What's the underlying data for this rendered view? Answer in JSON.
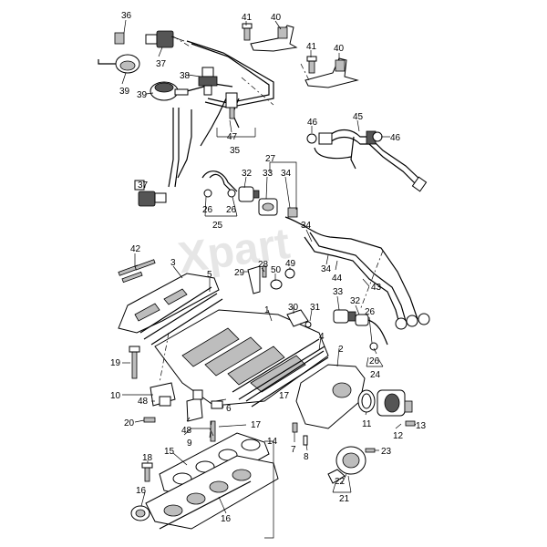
{
  "diagram": {
    "watermark": "Xpart",
    "callouts": [
      {
        "id": "c36",
        "text": "36"
      },
      {
        "id": "c37a",
        "text": "37"
      },
      {
        "id": "c39",
        "text": "39"
      },
      {
        "id": "c38",
        "text": "38"
      },
      {
        "id": "c39b",
        "text": "39"
      },
      {
        "id": "c47",
        "text": "47"
      },
      {
        "id": "c35",
        "text": "35"
      },
      {
        "id": "c41a",
        "text": "41"
      },
      {
        "id": "c40a",
        "text": "40"
      },
      {
        "id": "c41b",
        "text": "41"
      },
      {
        "id": "c40b",
        "text": "40"
      },
      {
        "id": "c45",
        "text": "45"
      },
      {
        "id": "c46a",
        "text": "46"
      },
      {
        "id": "c46b",
        "text": "46"
      },
      {
        "id": "c27",
        "text": "27"
      },
      {
        "id": "c32a",
        "text": "32"
      },
      {
        "id": "c33a",
        "text": "33"
      },
      {
        "id": "c34a",
        "text": "34"
      },
      {
        "id": "c37b",
        "text": "37"
      },
      {
        "id": "c26a",
        "text": "26"
      },
      {
        "id": "c26b",
        "text": "26"
      },
      {
        "id": "c25",
        "text": "25"
      },
      {
        "id": "c34b",
        "text": "34"
      },
      {
        "id": "c34c",
        "text": "34"
      },
      {
        "id": "c44",
        "text": "44"
      },
      {
        "id": "c43",
        "text": "43"
      },
      {
        "id": "c42",
        "text": "42"
      },
      {
        "id": "c3",
        "text": "3"
      },
      {
        "id": "c5",
        "text": "5"
      },
      {
        "id": "c29",
        "text": "29"
      },
      {
        "id": "c28",
        "text": "28"
      },
      {
        "id": "c49",
        "text": "49"
      },
      {
        "id": "c50",
        "text": "50"
      },
      {
        "id": "c33b",
        "text": "33"
      },
      {
        "id": "c32b",
        "text": "32"
      },
      {
        "id": "c30",
        "text": "30"
      },
      {
        "id": "c31",
        "text": "31"
      },
      {
        "id": "c26c",
        "text": "26"
      },
      {
        "id": "c1",
        "text": "1"
      },
      {
        "id": "c4",
        "text": "4"
      },
      {
        "id": "c2",
        "text": "2"
      },
      {
        "id": "c26d",
        "text": "26"
      },
      {
        "id": "c24",
        "text": "24"
      },
      {
        "id": "c19",
        "text": "19"
      },
      {
        "id": "c10",
        "text": "10"
      },
      {
        "id": "c48a",
        "text": "48"
      },
      {
        "id": "c17a",
        "text": "17"
      },
      {
        "id": "c6",
        "text": "6"
      },
      {
        "id": "c20",
        "text": "20"
      },
      {
        "id": "c48b",
        "text": "48"
      },
      {
        "id": "c9",
        "text": "9"
      },
      {
        "id": "c17b",
        "text": "17"
      },
      {
        "id": "c14",
        "text": "14"
      },
      {
        "id": "c11",
        "text": "11"
      },
      {
        "id": "c12",
        "text": "12"
      },
      {
        "id": "c13",
        "text": "13"
      },
      {
        "id": "c7",
        "text": "7"
      },
      {
        "id": "c8",
        "text": "8"
      },
      {
        "id": "c23",
        "text": "23"
      },
      {
        "id": "c15",
        "text": "15"
      },
      {
        "id": "c18",
        "text": "18"
      },
      {
        "id": "c16a",
        "text": "16"
      },
      {
        "id": "c22",
        "text": "22"
      },
      {
        "id": "c21",
        "text": "21"
      },
      {
        "id": "c16b",
        "text": "16"
      }
    ]
  }
}
